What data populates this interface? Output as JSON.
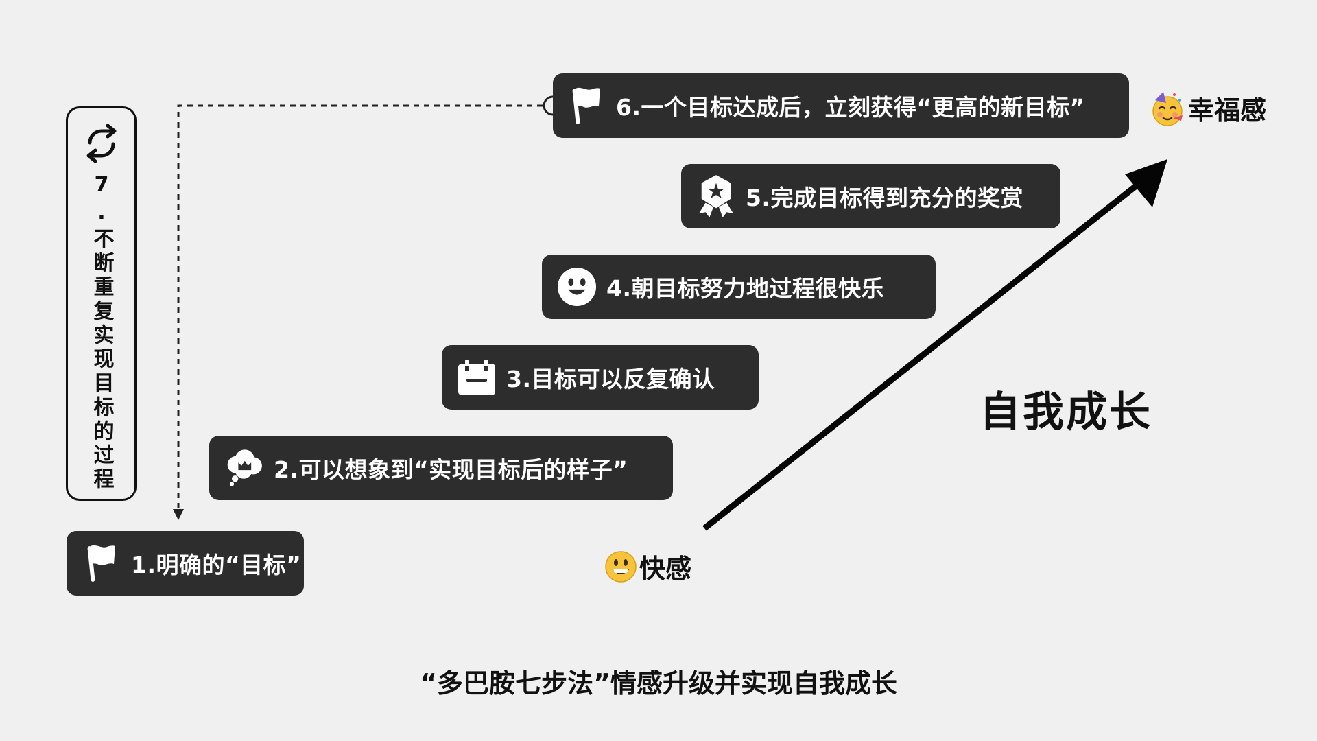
{
  "steps": [
    {
      "label": "1.明确的“目标”",
      "icon": "flag-icon"
    },
    {
      "label": "2.可以想象到“实现目标后的样子”",
      "icon": "cloud-crown-icon"
    },
    {
      "label": "3.目标可以反复确认",
      "icon": "calendar-icon"
    },
    {
      "label": "4.朝目标努力地过程很快乐",
      "icon": "smiley-icon"
    },
    {
      "label": "5.完成目标得到充分的奖赏",
      "icon": "award-badge-icon"
    },
    {
      "label": "6.一个目标达成后，立刻获得“更高的新目标”",
      "icon": "flag-icon"
    }
  ],
  "loop": {
    "label": "7.不断重复实现目标的过程",
    "icon": "repeat-icon"
  },
  "happy": {
    "label": "快感",
    "icon": "grinning-face-icon"
  },
  "bliss": {
    "label": "幸福感",
    "icon": "partying-face-icon"
  },
  "growth_label": "自我成长",
  "caption": "“多巴胺七步法”情感升级并实现自我成长",
  "colors": {
    "box": "#2d2d2d",
    "background": "#f0f0f0",
    "text": "#111111",
    "box_text": "#ffffff"
  }
}
